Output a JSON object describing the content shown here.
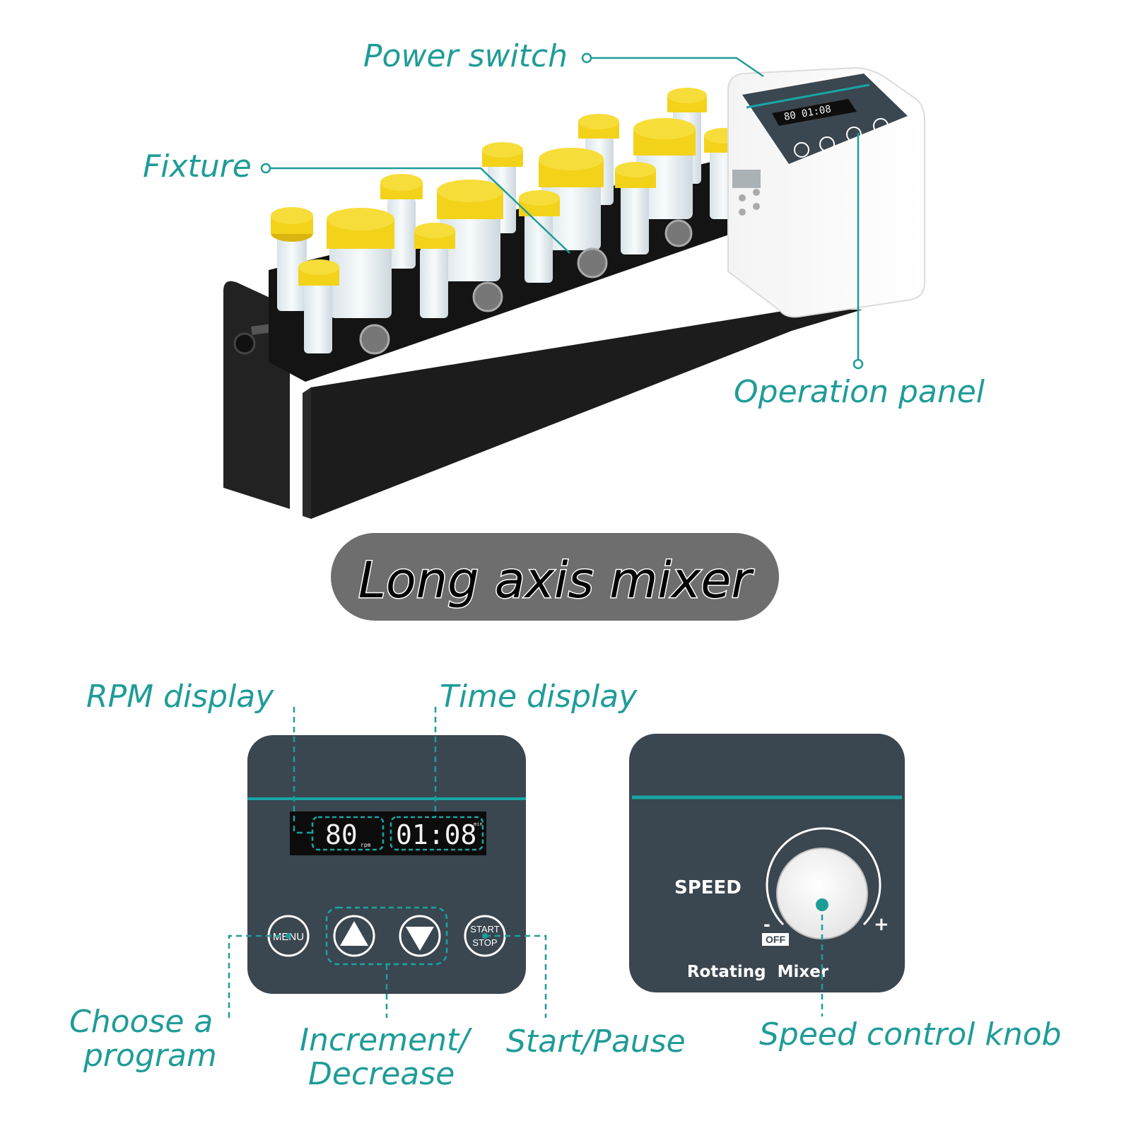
{
  "title": "Long axis mixer",
  "callouts": {
    "power_switch": "Power switch",
    "fixture": "Fixture",
    "operation_panel": "Operation panel",
    "rpm_display": "RPM display",
    "time_display": "Time display",
    "choose_program_line1": "Choose a",
    "choose_program_line2": "program",
    "increment_line1": "Increment/",
    "increment_line2": "Decrease",
    "start_pause": "Start/Pause",
    "speed_knob": "Speed control knob"
  },
  "digital_panel": {
    "rpm_value": "80",
    "rpm_unit": "rpm",
    "time_value": "01:08",
    "time_unit": "min",
    "menu_button": "MENU",
    "start_button_line1": "START",
    "start_button_line2": "STOP"
  },
  "analog_panel": {
    "speed_label": "SPEED",
    "minus_label": "-",
    "plus_label": "+",
    "off_label": "OFF",
    "name_label": "Rotating  Mixer"
  },
  "colors": {
    "accent": "#1f9c98",
    "panel": "#3a4650",
    "teal_stripe": "#19a5a5",
    "tube_cap": "#f3d21a"
  }
}
